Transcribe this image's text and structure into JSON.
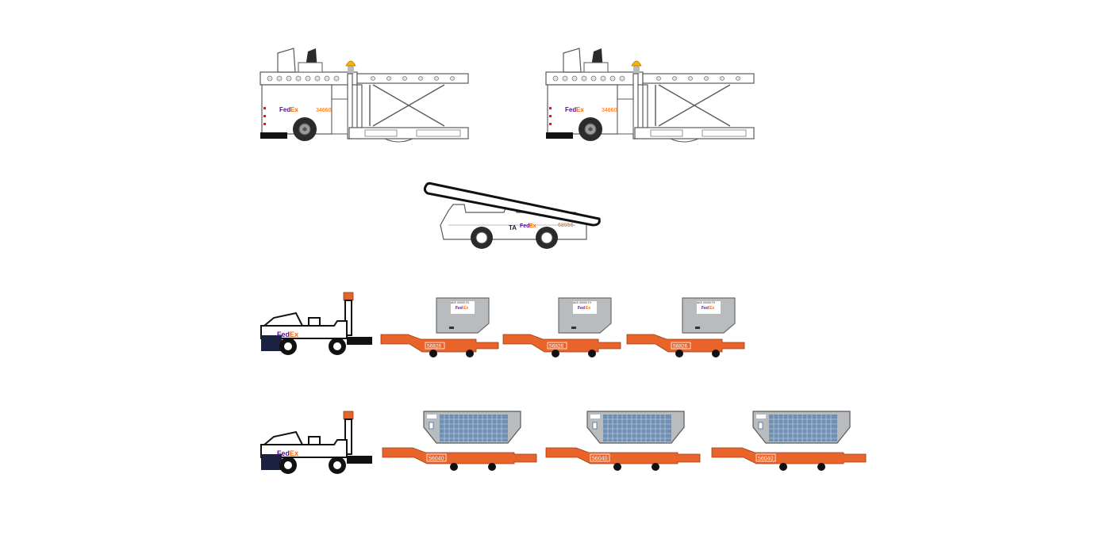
{
  "colors": {
    "fedex_purple": "#4d148c",
    "fedex_orange": "#ff6600",
    "dolly_orange": "#e8642a",
    "beacon": "#f5b400",
    "container_grey": "#b9bcbf",
    "container_blue": "#6f8fb3",
    "outline": "#5a5a5a",
    "tire": "#2b2b2b",
    "tug_navy": "#1b2140"
  },
  "loaders": [
    {
      "brand_fed": "Fed",
      "brand_ex": "Ex",
      "number": "34660"
    },
    {
      "brand_fed": "Fed",
      "brand_ex": "Ex",
      "number": "34660"
    }
  ],
  "belt_loader": {
    "prefix": "TA",
    "brand_fed": "Fed",
    "brand_ex": "Ex",
    "number": "68956"
  },
  "row3": {
    "tug": {
      "brand_fed": "Fed",
      "brand_ex": "Ex"
    },
    "dollies": [
      {
        "number": "56826",
        "container_line": "AKE 00000 FX",
        "brand_fed": "Fed",
        "brand_ex": "Ex"
      },
      {
        "number": "56826",
        "container_line": "AKE 00000 FX",
        "brand_fed": "Fed",
        "brand_ex": "Ex"
      },
      {
        "number": "56826",
        "container_line": "AKE 00000 FX",
        "brand_fed": "Fed",
        "brand_ex": "Ex"
      }
    ]
  },
  "row4": {
    "tug": {
      "brand_fed": "Fed",
      "brand_ex": "Ex"
    },
    "dollies": [
      {
        "number": "56040"
      },
      {
        "number": "56040"
      },
      {
        "number": "56040"
      }
    ]
  }
}
